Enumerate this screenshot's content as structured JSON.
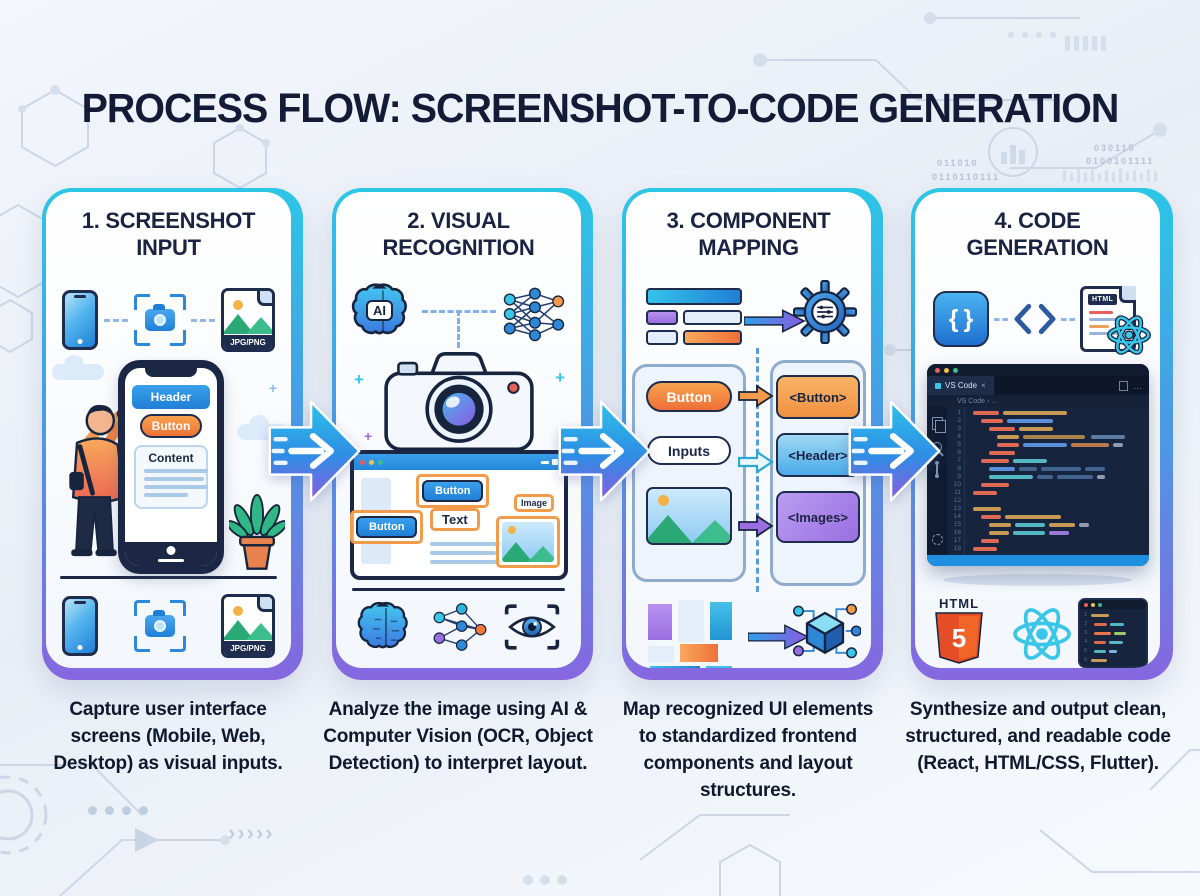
{
  "title": "PROCESS FLOW: SCREENSHOT-TO-CODE GENERATION",
  "background": {
    "binary_strings": [
      "011010",
      "0110110111",
      "030115",
      "0100101111"
    ]
  },
  "steps": [
    {
      "title": "1. SCREENSHOT INPUT",
      "description": "Capture user interface screens (Mobile, Web, Desktop) as visual inputs.",
      "file_format": "JPG/PNG",
      "phone_mock": {
        "header": "Header",
        "button": "Button",
        "content": "Content"
      }
    },
    {
      "title": "2. VISUAL RECOGNITION",
      "description": "Analyze the image using AI & Computer Vision (OCR, Object Detection) to interpret layout.",
      "ai_label": "AI",
      "detections": {
        "button_top": "Button",
        "button_left": "Button",
        "text": "Text",
        "image": "Image"
      }
    },
    {
      "title": "3. COMPONENT MAPPING",
      "description": "Map recognized UI elements to standardized frontend components and layout structures.",
      "mappings": [
        {
          "from": "Button",
          "to": "<Button>"
        },
        {
          "from": "Inputs",
          "to": "<Header>"
        },
        {
          "from": "",
          "to": "<Images>"
        }
      ]
    },
    {
      "title": "4. CODE GENERATION",
      "description": "Synthesize and output clean, structured, and readable code (React, HTML/CSS, Flutter).",
      "editor": {
        "tab": "VS Code",
        "tab_close": "×",
        "breadcrumb": "VS Code › …",
        "line_count": 18
      },
      "mini_editor": {
        "line_count": 6
      },
      "file_icon_label": "HTML",
      "html5_label": "HTML",
      "html5_five": "5"
    }
  ]
}
